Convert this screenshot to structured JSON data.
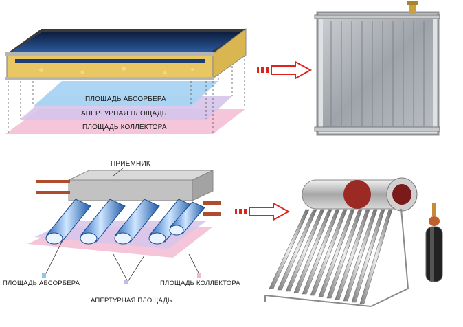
{
  "top_diagram": {
    "absorber_area": "ПЛОЩАДЬ АБСОРБЕРА",
    "aperture_area": "АПЕРТУРНАЯ ПЛОЩАДЬ",
    "collector_area": "ПЛОЩАДЬ КОЛЛЕКТОРА"
  },
  "bottom_diagram": {
    "receiver": "ПРИЕМНИК",
    "absorber_area": "ПЛОЩАДЬ АБСОРБЕРА",
    "aperture_area": "АПЕРТУРНАЯ ПЛОЩАДЬ",
    "collector_area": "ПЛОЩАДЬ КОЛЛЕКТОРА"
  },
  "colors": {
    "arrow": "#e0231a",
    "absorber_plane": "#a8d4f2",
    "aperture_plane": "#d6c4ea",
    "collector_plane": "#f4bfd6",
    "insulation": "#e9c763",
    "glass": "#1b3b6e"
  }
}
